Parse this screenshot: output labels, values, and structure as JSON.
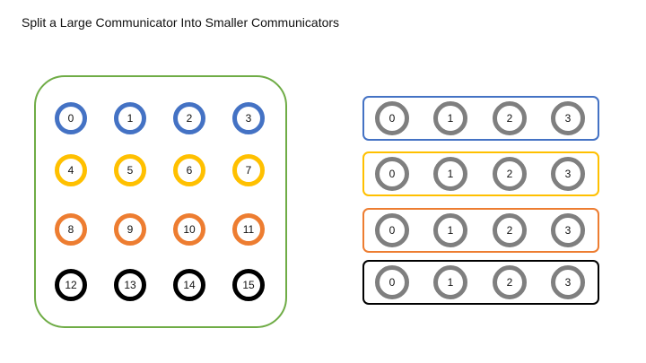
{
  "title": "Split a Large Communicator Into Smaller Communicators",
  "colors": {
    "container": "#6fac46",
    "rank_gray": "#7f7f7f",
    "groups": [
      "#4472c4",
      "#ffc000",
      "#ed7d31",
      "#000000"
    ]
  },
  "large_communicator": {
    "rows": [
      [
        "0",
        "1",
        "2",
        "3"
      ],
      [
        "4",
        "5",
        "6",
        "7"
      ],
      [
        "8",
        "9",
        "10",
        "11"
      ],
      [
        "12",
        "13",
        "14",
        "15"
      ]
    ]
  },
  "sub_communicators": [
    {
      "ranks": [
        "0",
        "1",
        "2",
        "3"
      ]
    },
    {
      "ranks": [
        "0",
        "1",
        "2",
        "3"
      ]
    },
    {
      "ranks": [
        "0",
        "1",
        "2",
        "3"
      ]
    },
    {
      "ranks": [
        "0",
        "1",
        "2",
        "3"
      ]
    }
  ]
}
